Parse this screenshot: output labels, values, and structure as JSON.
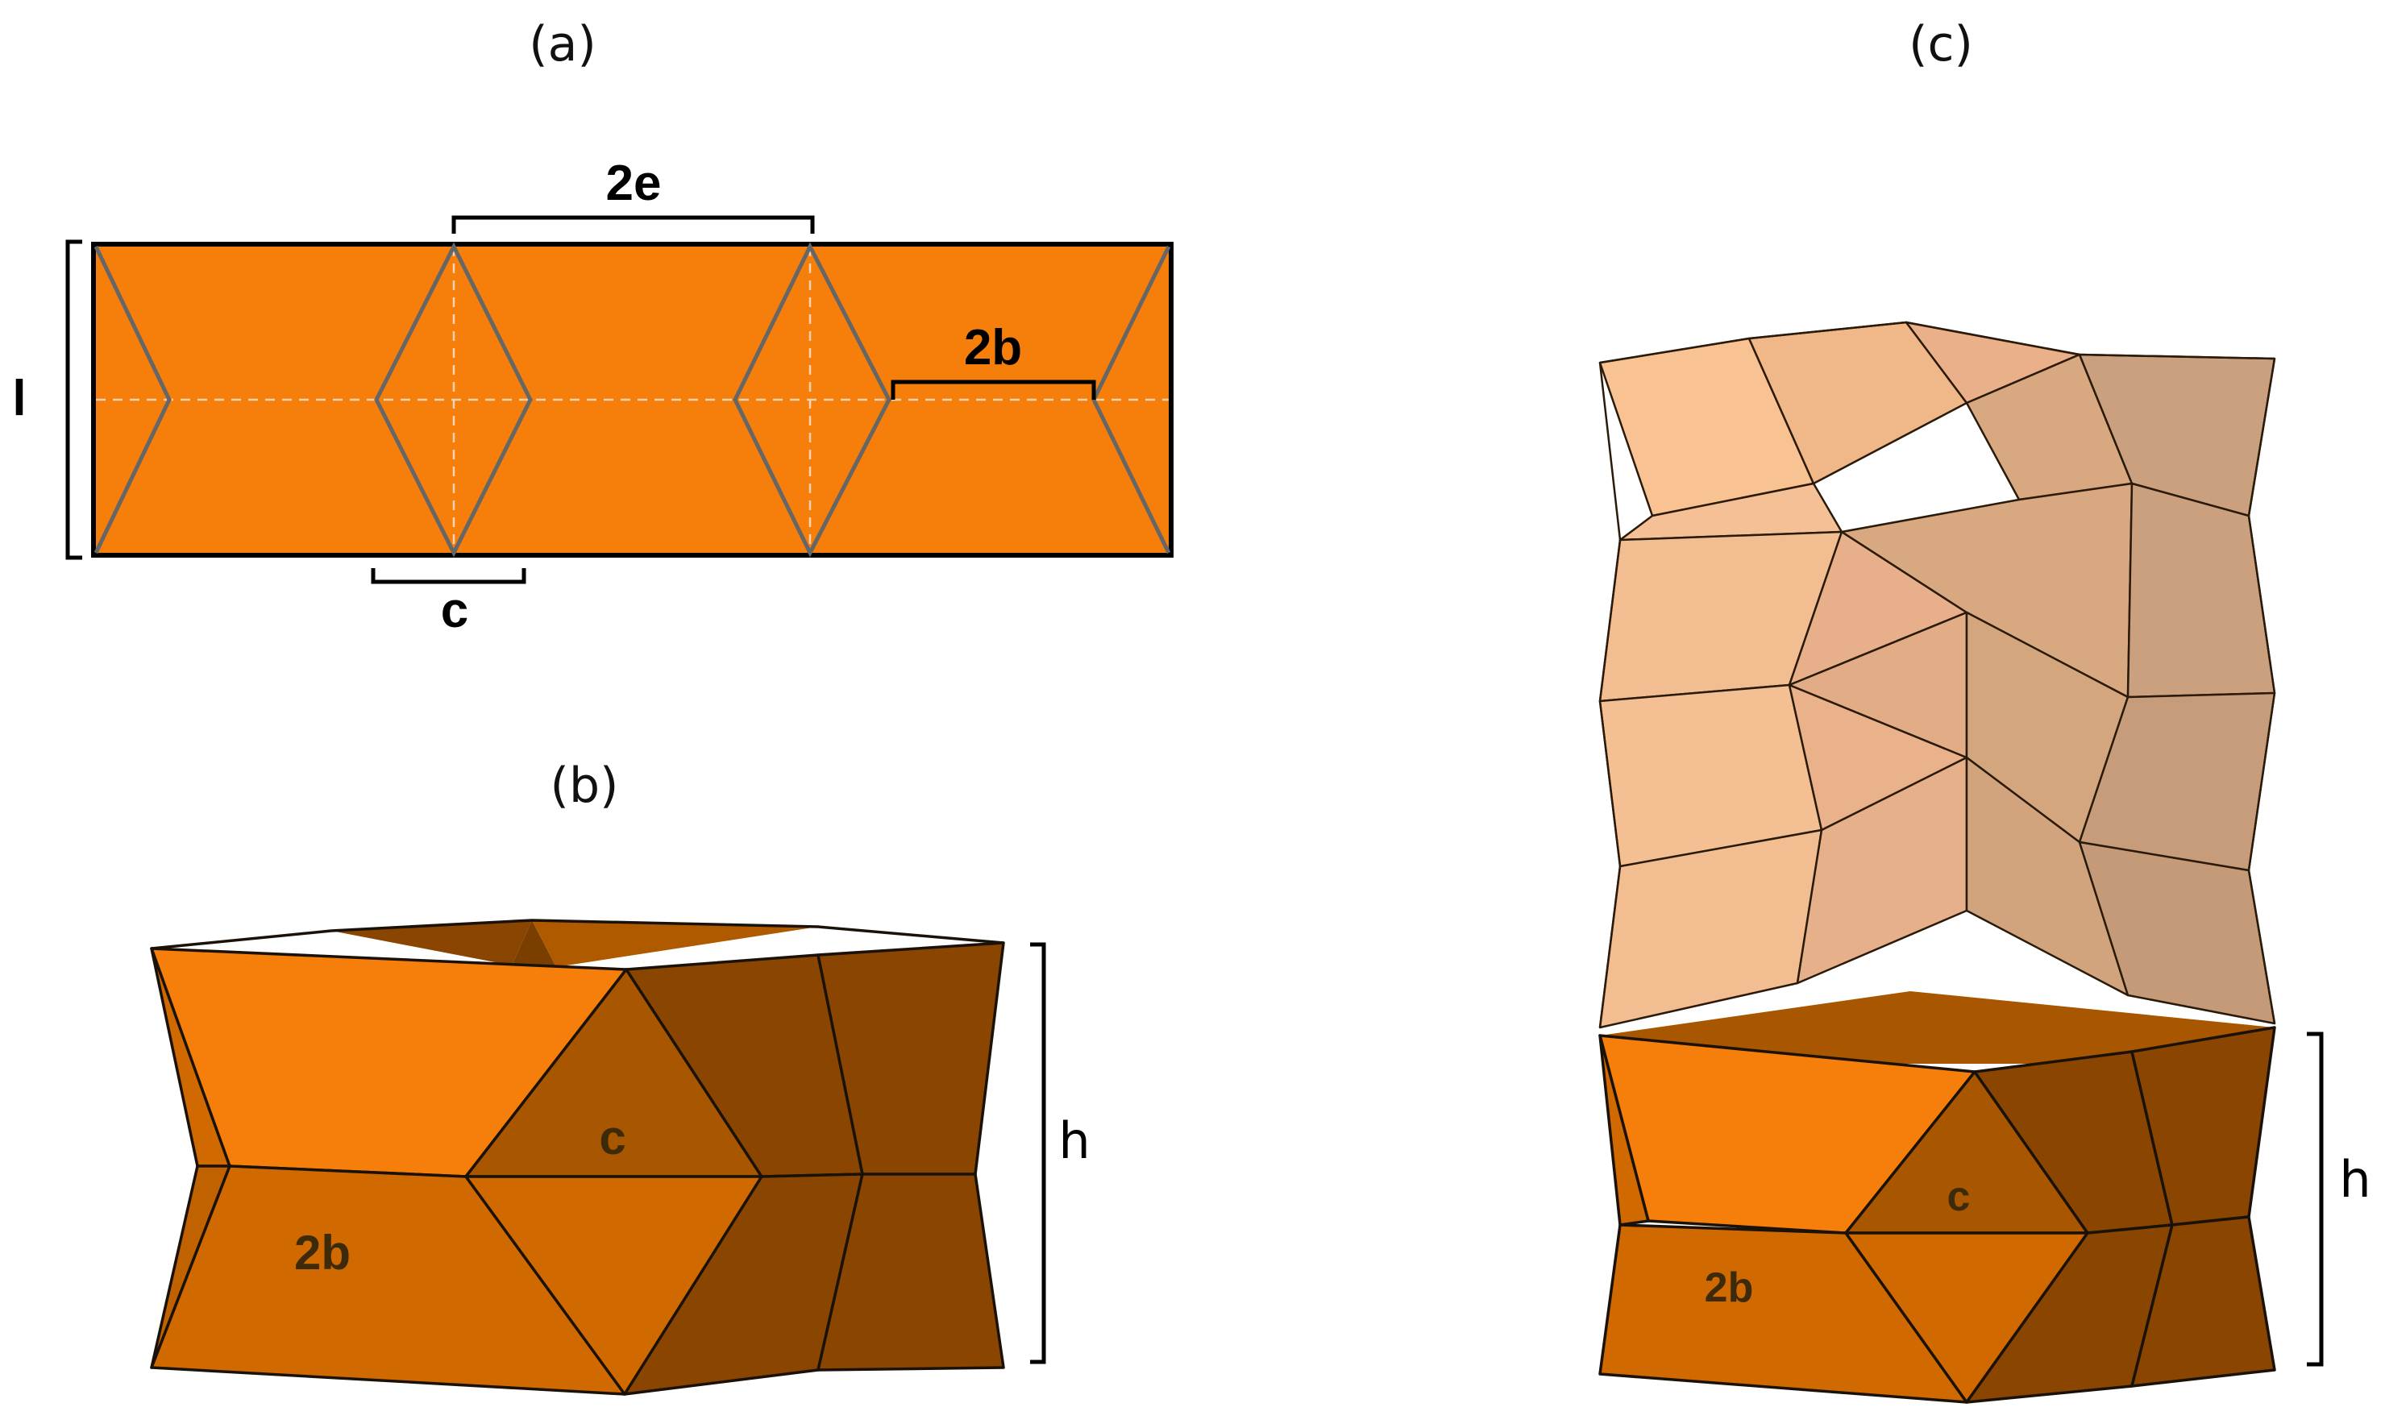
{
  "panels": {
    "a": {
      "label": "(a)"
    },
    "b": {
      "label": "(b)"
    },
    "c": {
      "label": "(c)"
    }
  },
  "dimensions": {
    "a": {
      "length": "l",
      "two_e": "2e",
      "two_b": "2b",
      "c": "c"
    },
    "b": {
      "height": "h",
      "face_two_b": "2b",
      "face_c": "c"
    },
    "c": {
      "height": "h",
      "face_two_b": "2b",
      "face_c": "c"
    }
  },
  "colors": {
    "orange": "#f57f0a",
    "orange_mid": "#d06a00",
    "orange_dark": "#8a4600",
    "orange_darker": "#a85600",
    "peach_light": "#f8c292",
    "peach_mid": "#e2b088",
    "peach_dark": "#c59a78"
  }
}
